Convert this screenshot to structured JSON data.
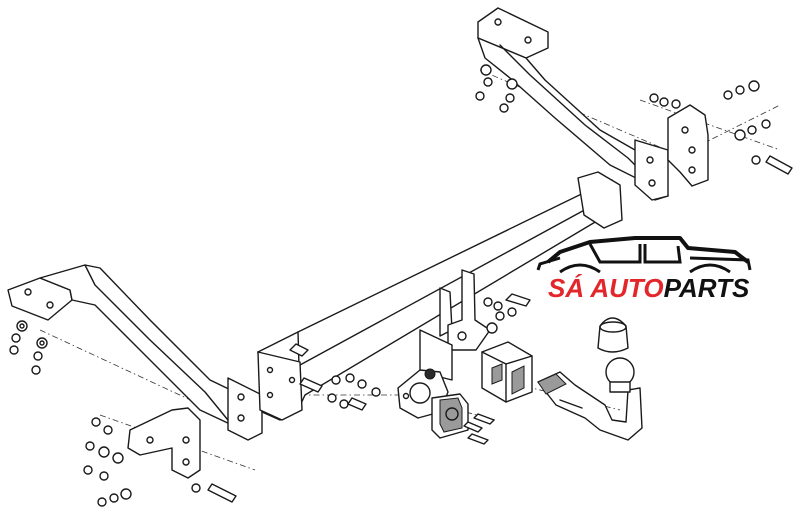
{
  "logo": {
    "brand_left": "SÁ AUTO",
    "brand_right": "PARTS",
    "color_left": "#e3262b",
    "color_right": "#111111"
  },
  "diagram": {
    "subject": "tow-bar-assembly",
    "line_color": "#1a1a1a",
    "background": "#ffffff"
  }
}
